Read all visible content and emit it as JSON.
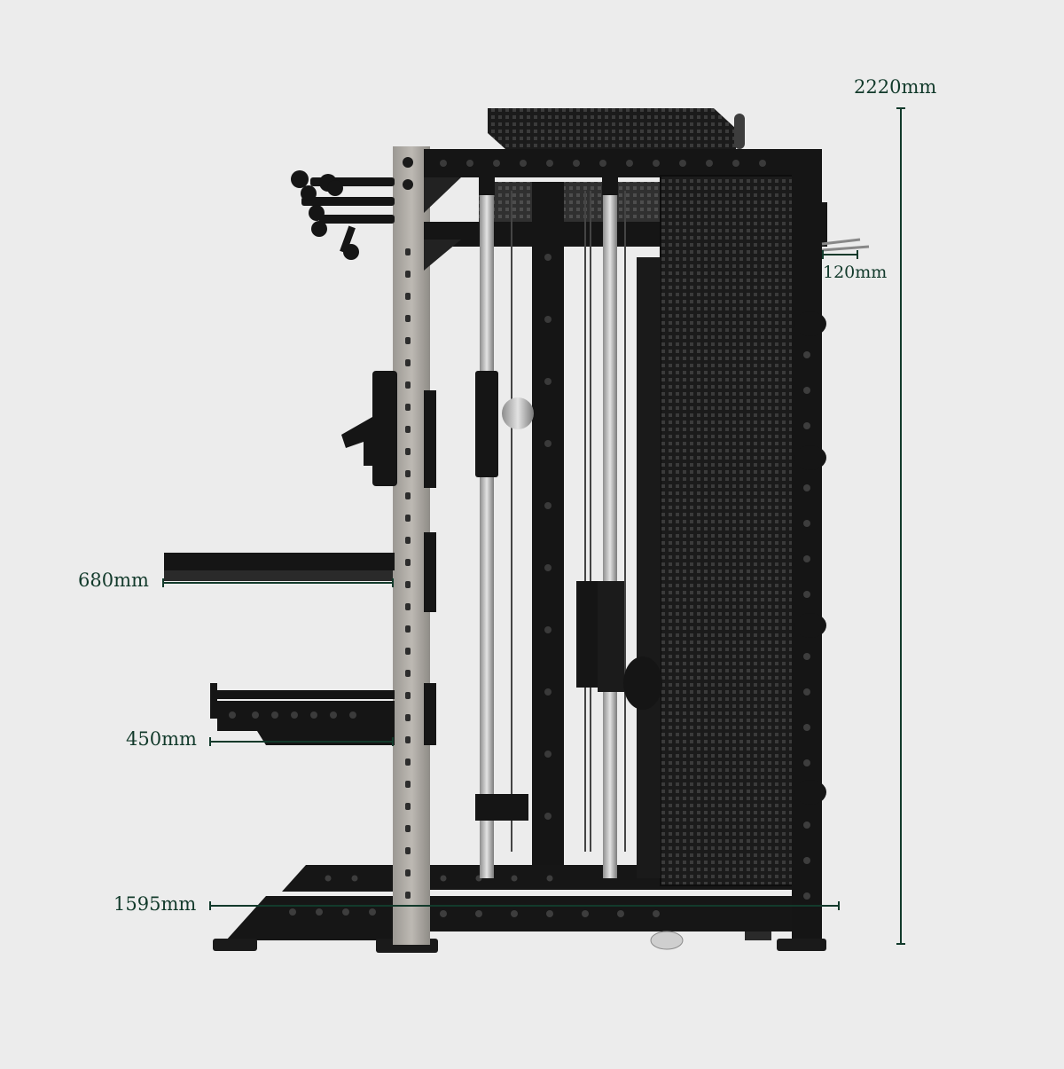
{
  "dimensions": {
    "total_height": "2220mm",
    "hook_depth": "120mm",
    "bench_depth": "680mm",
    "safety_depth": "450mm",
    "total_width": "1595mm"
  },
  "colors": {
    "background": "#ececec",
    "dimension_line": "#123a2b",
    "frame_black": "#141414",
    "upright_grey": "#a9a6a1",
    "chrome_rod": "#b9b9b9"
  }
}
